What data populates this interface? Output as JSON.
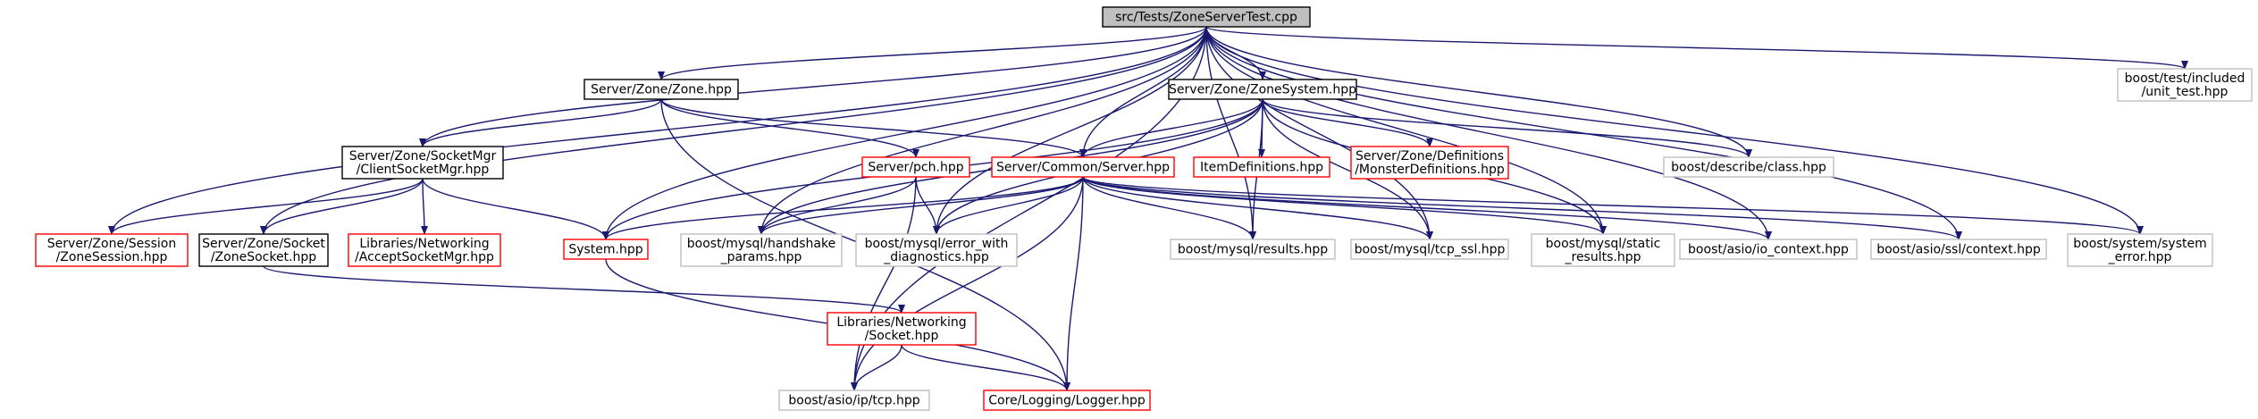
{
  "nodes": [
    {
      "id": "root",
      "lines": [
        "src/Tests/ZoneServerTest.cpp"
      ],
      "style": "root"
    },
    {
      "id": "zone",
      "lines": [
        "Server/Zone/Zone.hpp"
      ],
      "style": "normal"
    },
    {
      "id": "zonesystem",
      "lines": [
        "Server/Zone/ZoneSystem.hpp"
      ],
      "style": "normal"
    },
    {
      "id": "unittest",
      "lines": [
        "boost/test/included",
        "/unit_test.hpp"
      ],
      "style": "external"
    },
    {
      "id": "clientsocketmgr",
      "lines": [
        "Server/Zone/SocketMgr",
        "/ClientSocketMgr.hpp"
      ],
      "style": "normal"
    },
    {
      "id": "pch",
      "lines": [
        "Server/pch.hpp"
      ],
      "style": "truncated"
    },
    {
      "id": "commonserver",
      "lines": [
        "Server/Common/Server.hpp"
      ],
      "style": "truncated"
    },
    {
      "id": "itemdefs",
      "lines": [
        "ItemDefinitions.hpp"
      ],
      "style": "truncated"
    },
    {
      "id": "monsterdefs",
      "lines": [
        "Server/Zone/Definitions",
        "/MonsterDefinitions.hpp"
      ],
      "style": "truncated"
    },
    {
      "id": "describe",
      "lines": [
        "boost/describe/class.hpp"
      ],
      "style": "external"
    },
    {
      "id": "zonesession",
      "lines": [
        "Server/Zone/Session",
        "/ZoneSession.hpp"
      ],
      "style": "truncated"
    },
    {
      "id": "zonesocket",
      "lines": [
        "Server/Zone/Socket",
        "/ZoneSocket.hpp"
      ],
      "style": "normal"
    },
    {
      "id": "acceptsocketmgr",
      "lines": [
        "Libraries/Networking",
        "/AcceptSocketMgr.hpp"
      ],
      "style": "truncated"
    },
    {
      "id": "system",
      "lines": [
        "System.hpp"
      ],
      "style": "truncated"
    },
    {
      "id": "handshake",
      "lines": [
        "boost/mysql/handshake",
        "_params.hpp"
      ],
      "style": "external"
    },
    {
      "id": "errordiag",
      "lines": [
        "boost/mysql/error_with",
        "_diagnostics.hpp"
      ],
      "style": "external"
    },
    {
      "id": "results",
      "lines": [
        "boost/mysql/results.hpp"
      ],
      "style": "external"
    },
    {
      "id": "tcpssl",
      "lines": [
        "boost/mysql/tcp_ssl.hpp"
      ],
      "style": "external"
    },
    {
      "id": "static",
      "lines": [
        "boost/mysql/static",
        "_results.hpp"
      ],
      "style": "external"
    },
    {
      "id": "iocontext",
      "lines": [
        "boost/asio/io_context.hpp"
      ],
      "style": "external"
    },
    {
      "id": "sslcontext",
      "lines": [
        "boost/asio/ssl/context.hpp"
      ],
      "style": "external"
    },
    {
      "id": "syserror",
      "lines": [
        "boost/system/system",
        "_error.hpp"
      ],
      "style": "external"
    },
    {
      "id": "socket",
      "lines": [
        "Libraries/Networking",
        "/Socket.hpp"
      ],
      "style": "truncated"
    },
    {
      "id": "tcp",
      "lines": [
        "boost/asio/ip/tcp.hpp"
      ],
      "style": "external"
    },
    {
      "id": "logger",
      "lines": [
        "Core/Logging/Logger.hpp"
      ],
      "style": "truncated"
    }
  ],
  "edges": [
    [
      "root",
      "zone"
    ],
    [
      "root",
      "zonesystem"
    ],
    [
      "root",
      "unittest"
    ],
    [
      "root",
      "clientsocketmgr"
    ],
    [
      "root",
      "commonserver"
    ],
    [
      "root",
      "describe"
    ],
    [
      "root",
      "zonesession"
    ],
    [
      "root",
      "zonesocket"
    ],
    [
      "root",
      "system"
    ],
    [
      "root",
      "handshake"
    ],
    [
      "root",
      "errordiag"
    ],
    [
      "root",
      "results"
    ],
    [
      "root",
      "tcpssl"
    ],
    [
      "root",
      "static"
    ],
    [
      "root",
      "iocontext"
    ],
    [
      "root",
      "sslcontext"
    ],
    [
      "root",
      "syserror"
    ],
    [
      "root",
      "tcp"
    ],
    [
      "zone",
      "clientsocketmgr"
    ],
    [
      "zone",
      "pch"
    ],
    [
      "zone",
      "commonserver"
    ],
    [
      "zone",
      "logger"
    ],
    [
      "zonesystem",
      "commonserver"
    ],
    [
      "zonesystem",
      "itemdefs"
    ],
    [
      "zonesystem",
      "monsterdefs"
    ],
    [
      "zonesystem",
      "describe"
    ],
    [
      "zonesystem",
      "system"
    ],
    [
      "zonesystem",
      "handshake"
    ],
    [
      "zonesystem",
      "errordiag"
    ],
    [
      "zonesystem",
      "results"
    ],
    [
      "zonesystem",
      "tcpssl"
    ],
    [
      "zonesystem",
      "static"
    ],
    [
      "clientsocketmgr",
      "zonesession"
    ],
    [
      "clientsocketmgr",
      "zonesocket"
    ],
    [
      "clientsocketmgr",
      "acceptsocketmgr"
    ],
    [
      "clientsocketmgr",
      "system"
    ],
    [
      "pch",
      "handshake"
    ],
    [
      "pch",
      "errordiag"
    ],
    [
      "pch",
      "tcp"
    ],
    [
      "commonserver",
      "system"
    ],
    [
      "commonserver",
      "handshake"
    ],
    [
      "commonserver",
      "errordiag"
    ],
    [
      "commonserver",
      "results"
    ],
    [
      "commonserver",
      "tcpssl"
    ],
    [
      "commonserver",
      "static"
    ],
    [
      "commonserver",
      "iocontext"
    ],
    [
      "commonserver",
      "sslcontext"
    ],
    [
      "commonserver",
      "syserror"
    ],
    [
      "commonserver",
      "tcp"
    ],
    [
      "commonserver",
      "logger"
    ],
    [
      "zonesocket",
      "socket"
    ],
    [
      "system",
      "logger"
    ],
    [
      "socket",
      "tcp"
    ],
    [
      "socket",
      "logger"
    ]
  ],
  "colors": {
    "root_fill": "#bfbfbf",
    "root_stroke": "#000000",
    "normal_stroke": "#000000",
    "truncated_stroke": "#ff0000",
    "external_stroke": "#bfbfbf",
    "edge": "#191970",
    "text": "#000000"
  }
}
